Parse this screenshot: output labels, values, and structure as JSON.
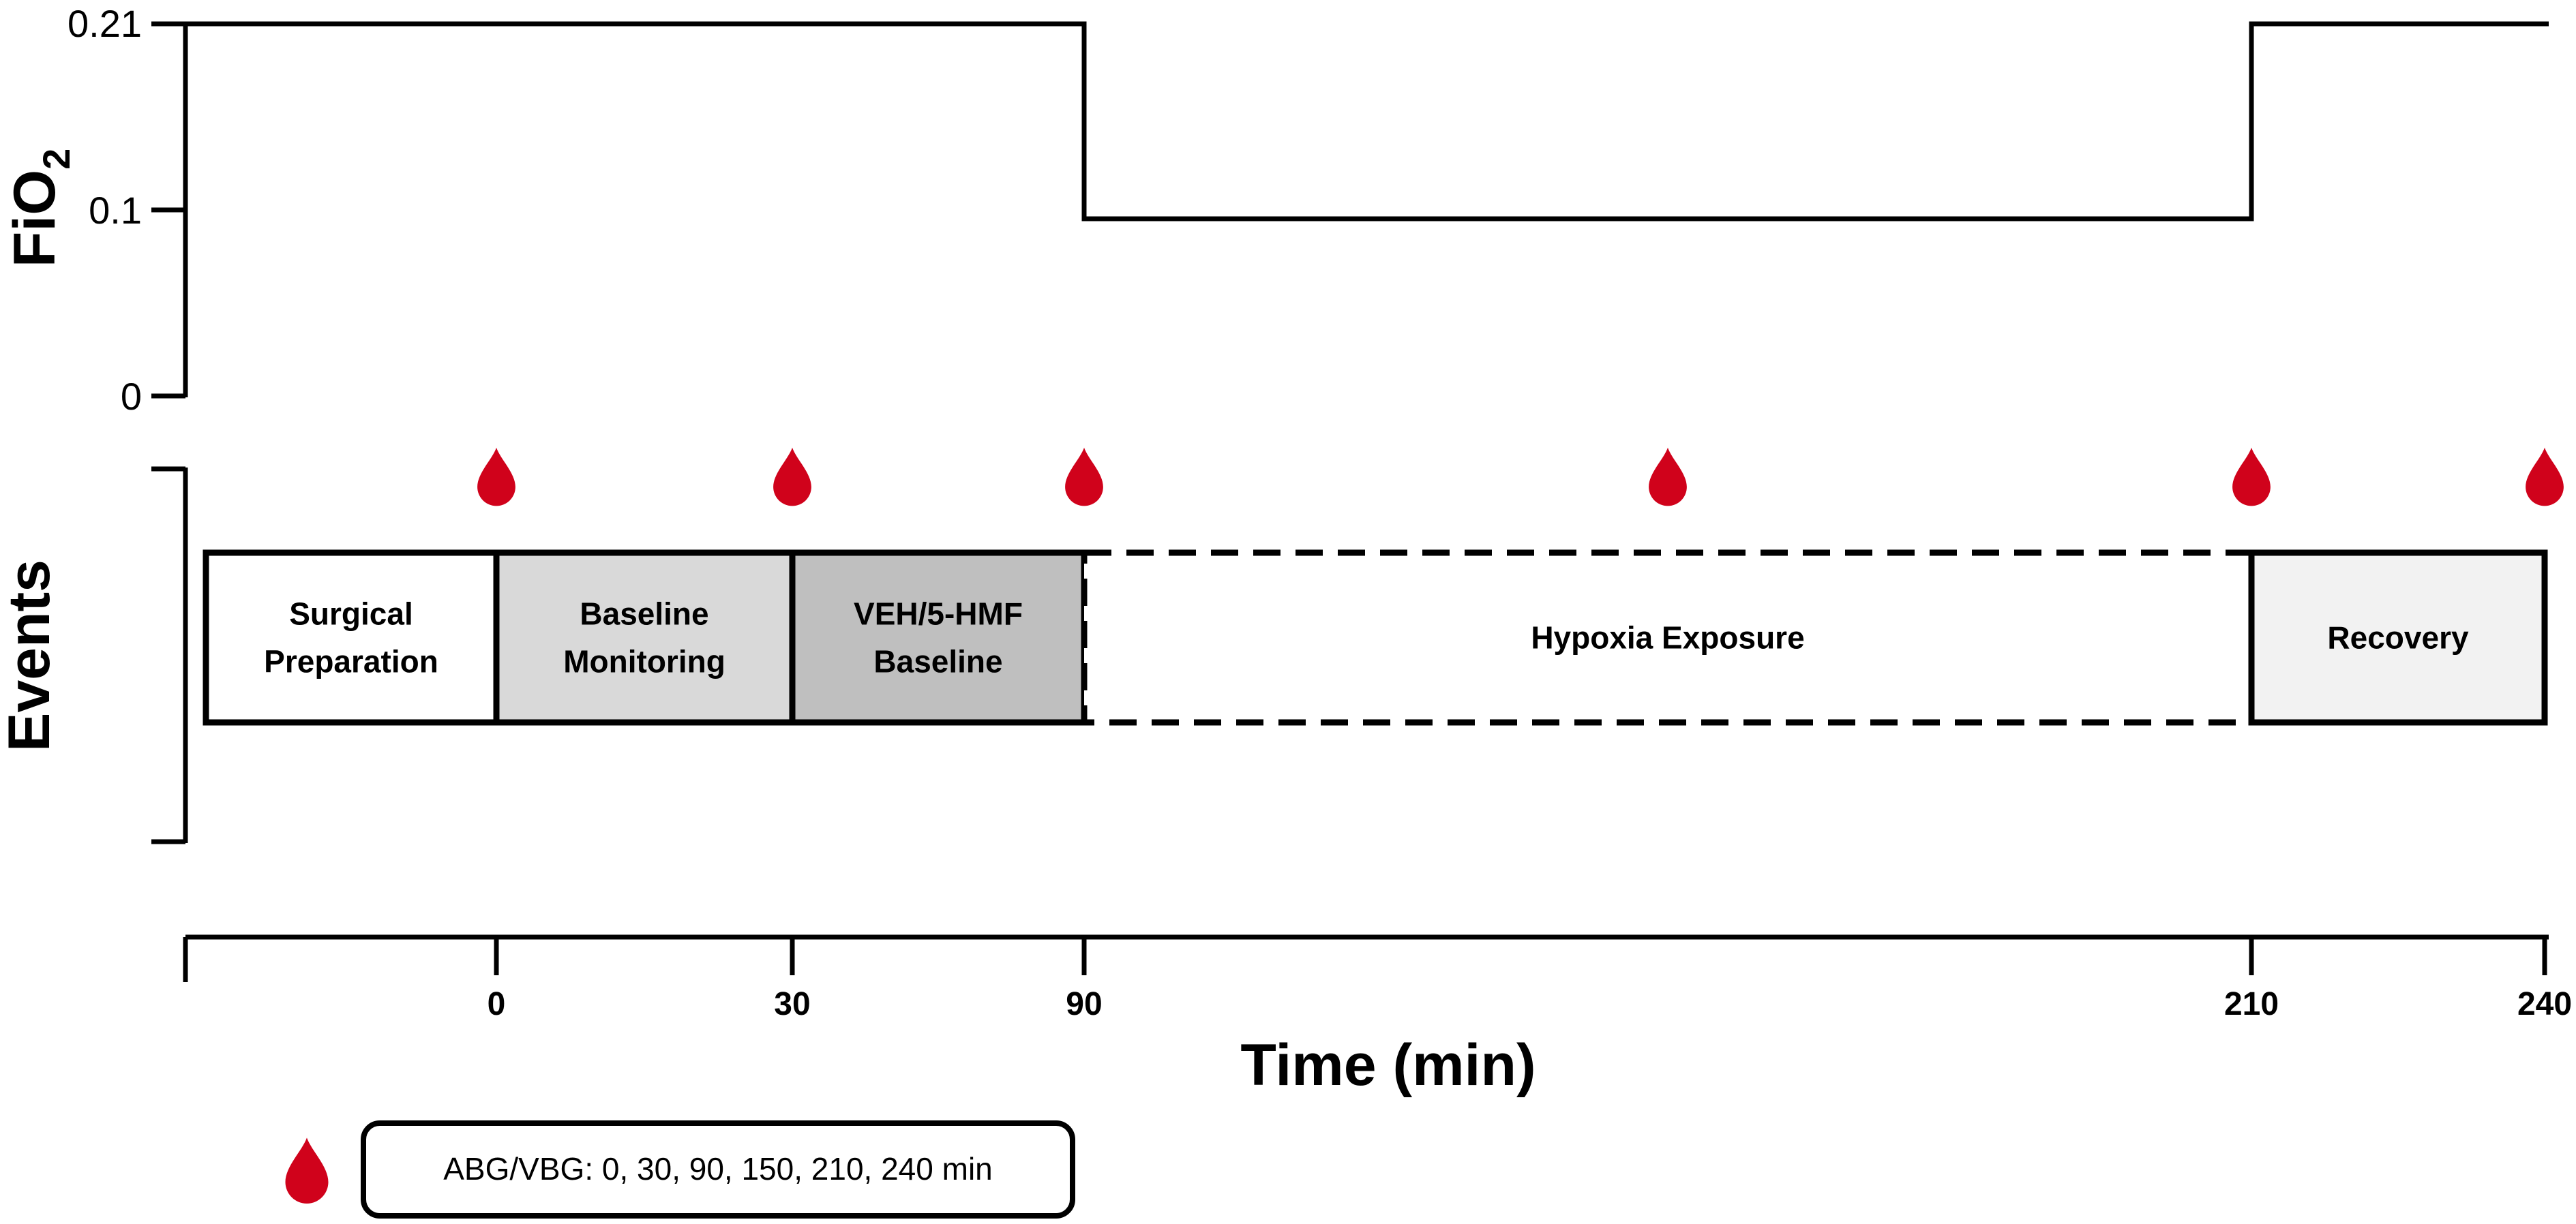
{
  "fio2_panel": {
    "ylabel_main": "FiO",
    "ylabel_sub": "2",
    "ytick_labels": [
      "0.21",
      "0.1",
      "0"
    ],
    "ytick_values": [
      0.21,
      0.1,
      0
    ]
  },
  "events_panel": {
    "ylabel": "Events"
  },
  "time_axis": {
    "title": "Time (min)",
    "tick_labels": [
      "0",
      "30",
      "90",
      "210",
      "240"
    ],
    "tick_values": [
      0,
      30,
      90,
      210,
      240
    ]
  },
  "chart_data": {
    "type": "line",
    "series": [
      {
        "x": [
          -30,
          90,
          90,
          210,
          210,
          240
        ],
        "y": [
          0.21,
          0.21,
          0.1,
          0.1,
          0.21,
          0.21
        ]
      }
    ],
    "ylim": [
      0,
      0.21
    ],
    "xlim": [
      -30,
      240
    ],
    "xlabel": "Time (min)",
    "ylabel": "FiO2"
  },
  "phases": [
    {
      "start": -30,
      "end": 0,
      "label_lines": [
        "Surgical",
        "Preparation"
      ],
      "fill": "#ffffff",
      "dashed": false
    },
    {
      "start": 0,
      "end": 30,
      "label_lines": [
        "Baseline",
        "Monitoring"
      ],
      "fill": "#d9d9d9",
      "dashed": false
    },
    {
      "start": 30,
      "end": 90,
      "label_lines": [
        "VEH/5-HMF",
        "Baseline"
      ],
      "fill": "#bfbfbf",
      "dashed": false
    },
    {
      "start": 90,
      "end": 210,
      "label_lines": [
        "Hypoxia Exposure"
      ],
      "fill": "#ffffff",
      "dashed": true
    },
    {
      "start": 210,
      "end": 240,
      "label_lines": [
        "Recovery"
      ],
      "fill": "#f2f2f2",
      "dashed": false
    }
  ],
  "blood_draws": [
    0,
    30,
    90,
    150,
    210,
    240
  ],
  "legend": {
    "icon": "blood-drop-icon",
    "text": "ABG/VBG: 0, 30, 90, 150, 210, 240 min"
  },
  "colors": {
    "drop": "#d0021b",
    "line": "#000000"
  }
}
